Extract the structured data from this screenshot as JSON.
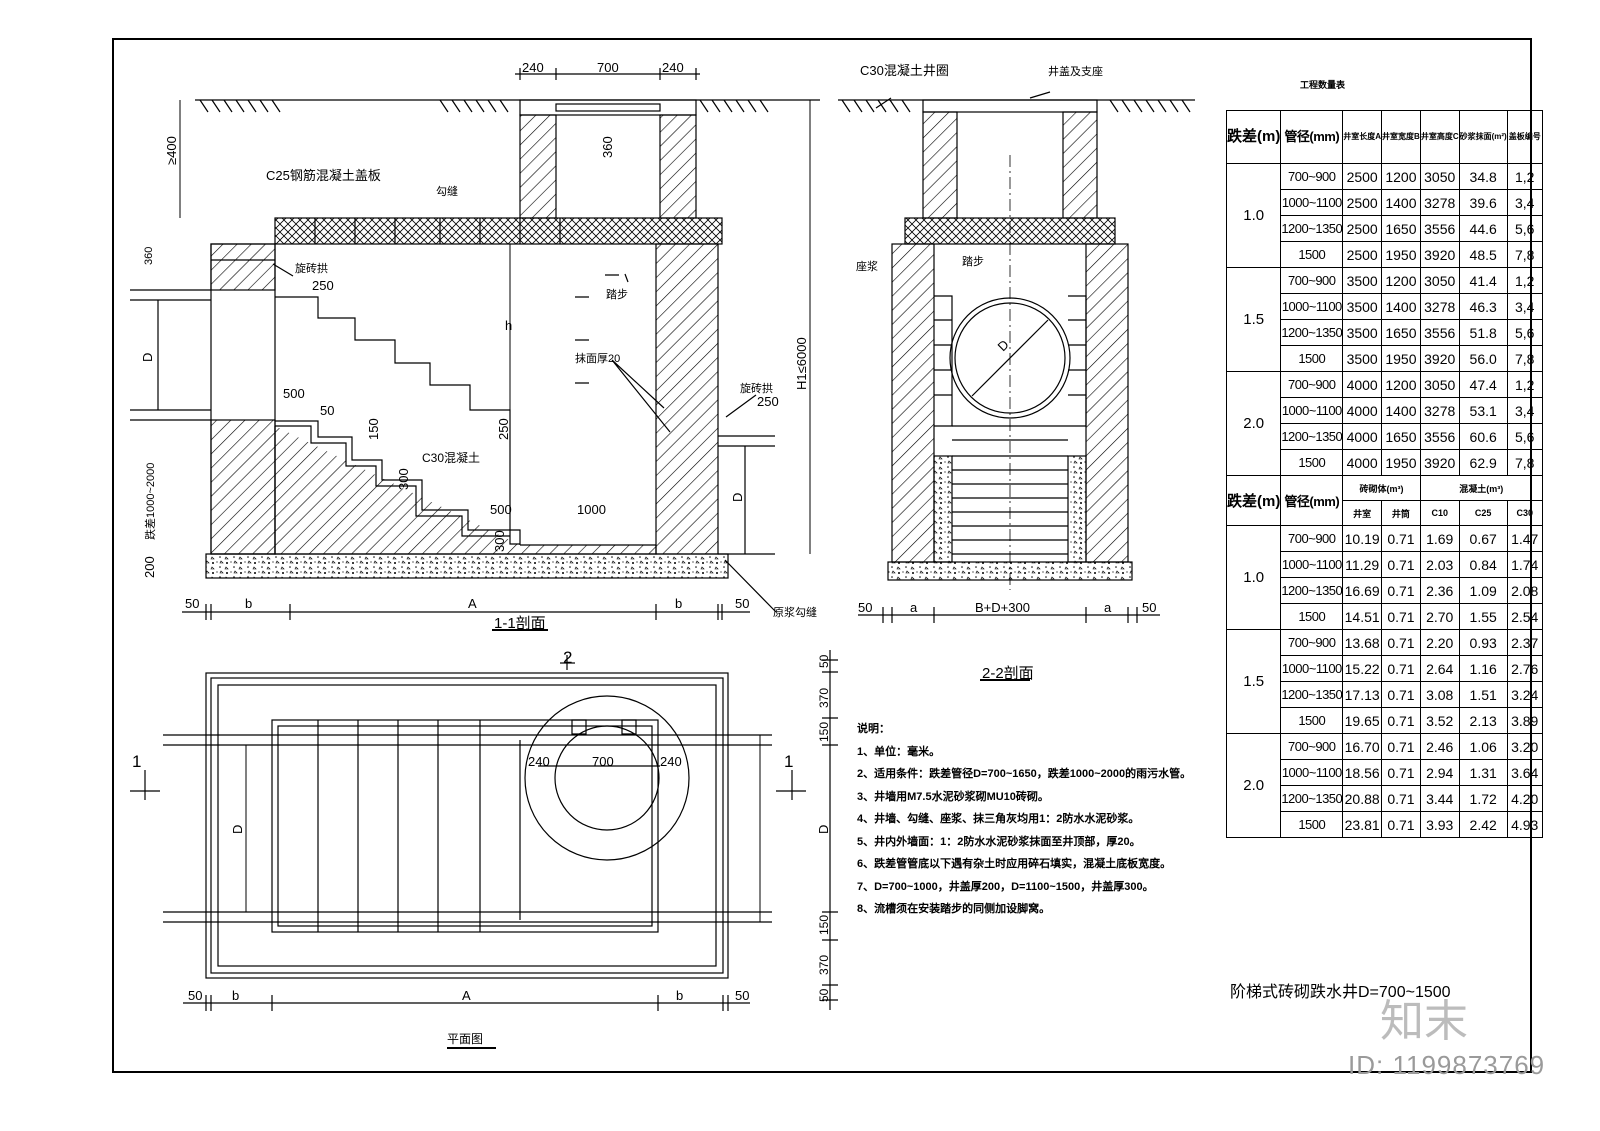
{
  "drawing": {
    "section_1_1_label": "1-1剖面",
    "section_2_2_label": "2-2剖面",
    "plan_label": "平面图",
    "cut_mark": "2",
    "cut_mark_left": "1",
    "cut_mark_right": "1",
    "title": "阶梯式砖砌跌水井D=700~1500",
    "watermark_logo": "知末",
    "id_text": "ID: 1199873769"
  },
  "labels": {
    "d240a": "240",
    "d700": "700",
    "d240b": "240",
    "ge400": "≥400",
    "d360": "360",
    "c25_slab": "C25钢筋混凝土盖板",
    "pointing": "勾缝",
    "d360l": "360",
    "arch_top": "旋砖拱",
    "d250a": "250",
    "step": "踏步",
    "h": "h",
    "plaster": "抹面厚20",
    "arch_low": "旋砖拱",
    "d250b": "250",
    "D_left": "D",
    "h1": "H1≤6000",
    "d500a": "500",
    "d50": "50",
    "d150": "150",
    "d250c": "250",
    "c30_conc": "C30混凝土",
    "d300a": "300",
    "d500b": "500",
    "d1000": "1000",
    "d300b": "300",
    "drop": "跌差1000~2000",
    "d200": "200",
    "D_right": "D",
    "b50a": "50",
    "bb1": "b",
    "bA": "A",
    "bb2": "b",
    "b50b": "50",
    "bedding": "原浆勾缝",
    "c30_ring": "C30混凝土井圈",
    "cover": "井盖及支座",
    "wall": "座浆",
    "step2": "踏步",
    "D_circle": "D",
    "s50a": "50",
    "sa1": "a",
    "sBD": "B+D+300",
    "sa2": "a",
    "s50b": "50",
    "p240a": "240",
    "p700": "700",
    "p240b": "240",
    "pD": "D",
    "rD": "D",
    "r50a": "50",
    "r370a": "370",
    "r150a": "150",
    "r150b": "150",
    "r370b": "370",
    "r50b": "50",
    "q50a": "50",
    "qb1": "b",
    "qA": "A",
    "qb2": "b",
    "q50b": "50"
  },
  "notes": [
    "说明：",
    "1、单位：毫米。",
    "2、适用条件：跌差管径D=700~1650，跌差1000~2000的雨污水管。",
    "3、井墙用M7.5水泥砂浆砌MU10砖砌。",
    "4、井墙、勾缝、座浆、抹三角灰均用1：2防水水泥砂浆。",
    "5、井内外墙面：1：2防水水泥砂浆抹面至井顶部，厚20。",
    "6、跌差管管底以下遇有杂土时应用碎石填实，混凝土底板宽度。",
    "7、D=700~1000，井盖厚200，D=1100~1500，井盖厚300。",
    "8、流槽须在安装踏步的同侧加设脚窝。"
  ],
  "quantity_table": {
    "title": "工程数量表",
    "header1": [
      "跌差(m)",
      "管径(mm)",
      "井室长度A",
      "井室宽度B",
      "井室高度C",
      "砂浆抹面(m²)",
      "盖板编号"
    ],
    "header2": [
      "跌差(m)",
      "管径(mm)",
      "砖砌体(m³)",
      "混凝土(m³)"
    ],
    "header2_sub": [
      "井室",
      "井筒",
      "C10",
      "C25",
      "C30"
    ],
    "upper": [
      {
        "drop": "1.0",
        "rows": [
          [
            "700~900",
            "2500",
            "1200",
            "3050",
            "34.8",
            "1,2"
          ],
          [
            "1000~1100",
            "2500",
            "1400",
            "3278",
            "39.6",
            "3,4"
          ],
          [
            "1200~1350",
            "2500",
            "1650",
            "3556",
            "44.6",
            "5,6"
          ],
          [
            "1500",
            "2500",
            "1950",
            "3920",
            "48.5",
            "7,8"
          ]
        ]
      },
      {
        "drop": "1.5",
        "rows": [
          [
            "700~900",
            "3500",
            "1200",
            "3050",
            "41.4",
            "1,2"
          ],
          [
            "1000~1100",
            "3500",
            "1400",
            "3278",
            "46.3",
            "3,4"
          ],
          [
            "1200~1350",
            "3500",
            "1650",
            "3556",
            "51.8",
            "5,6"
          ],
          [
            "1500",
            "3500",
            "1950",
            "3920",
            "56.0",
            "7,8"
          ]
        ]
      },
      {
        "drop": "2.0",
        "rows": [
          [
            "700~900",
            "4000",
            "1200",
            "3050",
            "47.4",
            "1,2"
          ],
          [
            "1000~1100",
            "4000",
            "1400",
            "3278",
            "53.1",
            "3,4"
          ],
          [
            "1200~1350",
            "4000",
            "1650",
            "3556",
            "60.6",
            "5,6"
          ],
          [
            "1500",
            "4000",
            "1950",
            "3920",
            "62.9",
            "7,8"
          ]
        ]
      }
    ],
    "lower": [
      {
        "drop": "1.0",
        "rows": [
          [
            "700~900",
            "10.19",
            "0.71",
            "1.69",
            "0.67",
            "1.47"
          ],
          [
            "1000~1100",
            "11.29",
            "0.71",
            "2.03",
            "0.84",
            "1.74"
          ],
          [
            "1200~1350",
            "16.69",
            "0.71",
            "2.36",
            "1.09",
            "2.08"
          ],
          [
            "1500",
            "14.51",
            "0.71",
            "2.70",
            "1.55",
            "2.54"
          ]
        ]
      },
      {
        "drop": "1.5",
        "rows": [
          [
            "700~900",
            "13.68",
            "0.71",
            "2.20",
            "0.93",
            "2.37"
          ],
          [
            "1000~1100",
            "15.22",
            "0.71",
            "2.64",
            "1.16",
            "2.76"
          ],
          [
            "1200~1350",
            "17.13",
            "0.71",
            "3.08",
            "1.51",
            "3.24"
          ],
          [
            "1500",
            "19.65",
            "0.71",
            "3.52",
            "2.13",
            "3.89"
          ]
        ]
      },
      {
        "drop": "2.0",
        "rows": [
          [
            "700~900",
            "16.70",
            "0.71",
            "2.46",
            "1.06",
            "3.20"
          ],
          [
            "1000~1100",
            "18.56",
            "0.71",
            "2.94",
            "1.31",
            "3.64"
          ],
          [
            "1200~1350",
            "20.88",
            "0.71",
            "3.44",
            "1.72",
            "4.20"
          ],
          [
            "1500",
            "23.81",
            "0.71",
            "3.93",
            "2.42",
            "4.93"
          ]
        ]
      }
    ]
  }
}
